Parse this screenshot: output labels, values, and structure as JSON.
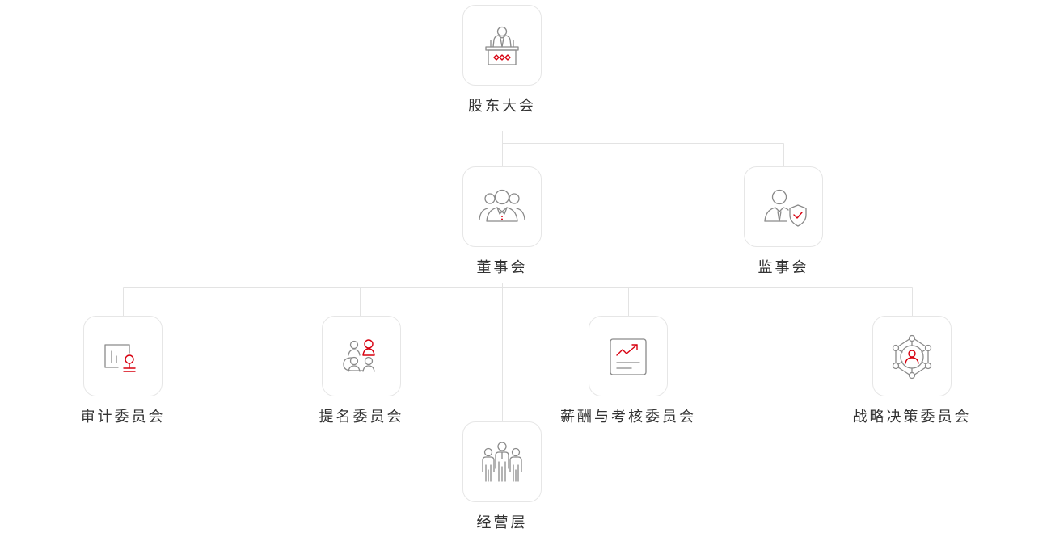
{
  "colors": {
    "connector": "#e3e3e3",
    "icon_gray": "#8a8a8a",
    "icon_accent": "#d7000f",
    "label": "#333333"
  },
  "nodes": [
    {
      "id": "shareholders",
      "label": "股东大会",
      "icon": "podium-speaker-icon"
    },
    {
      "id": "board",
      "label": "董事会",
      "icon": "group-people-icon"
    },
    {
      "id": "supervisory",
      "label": "监事会",
      "icon": "person-shield-icon"
    },
    {
      "id": "audit",
      "label": "审计委员会",
      "icon": "audit-board-icon"
    },
    {
      "id": "nomination",
      "label": "提名委员会",
      "icon": "people-grid-icon"
    },
    {
      "id": "compensation",
      "label": "薪酬与考核委员会",
      "icon": "chart-trend-icon"
    },
    {
      "id": "strategy",
      "label": "战略决策委员会",
      "icon": "network-person-icon"
    },
    {
      "id": "management",
      "label": "经营层",
      "icon": "team-standing-icon"
    }
  ]
}
